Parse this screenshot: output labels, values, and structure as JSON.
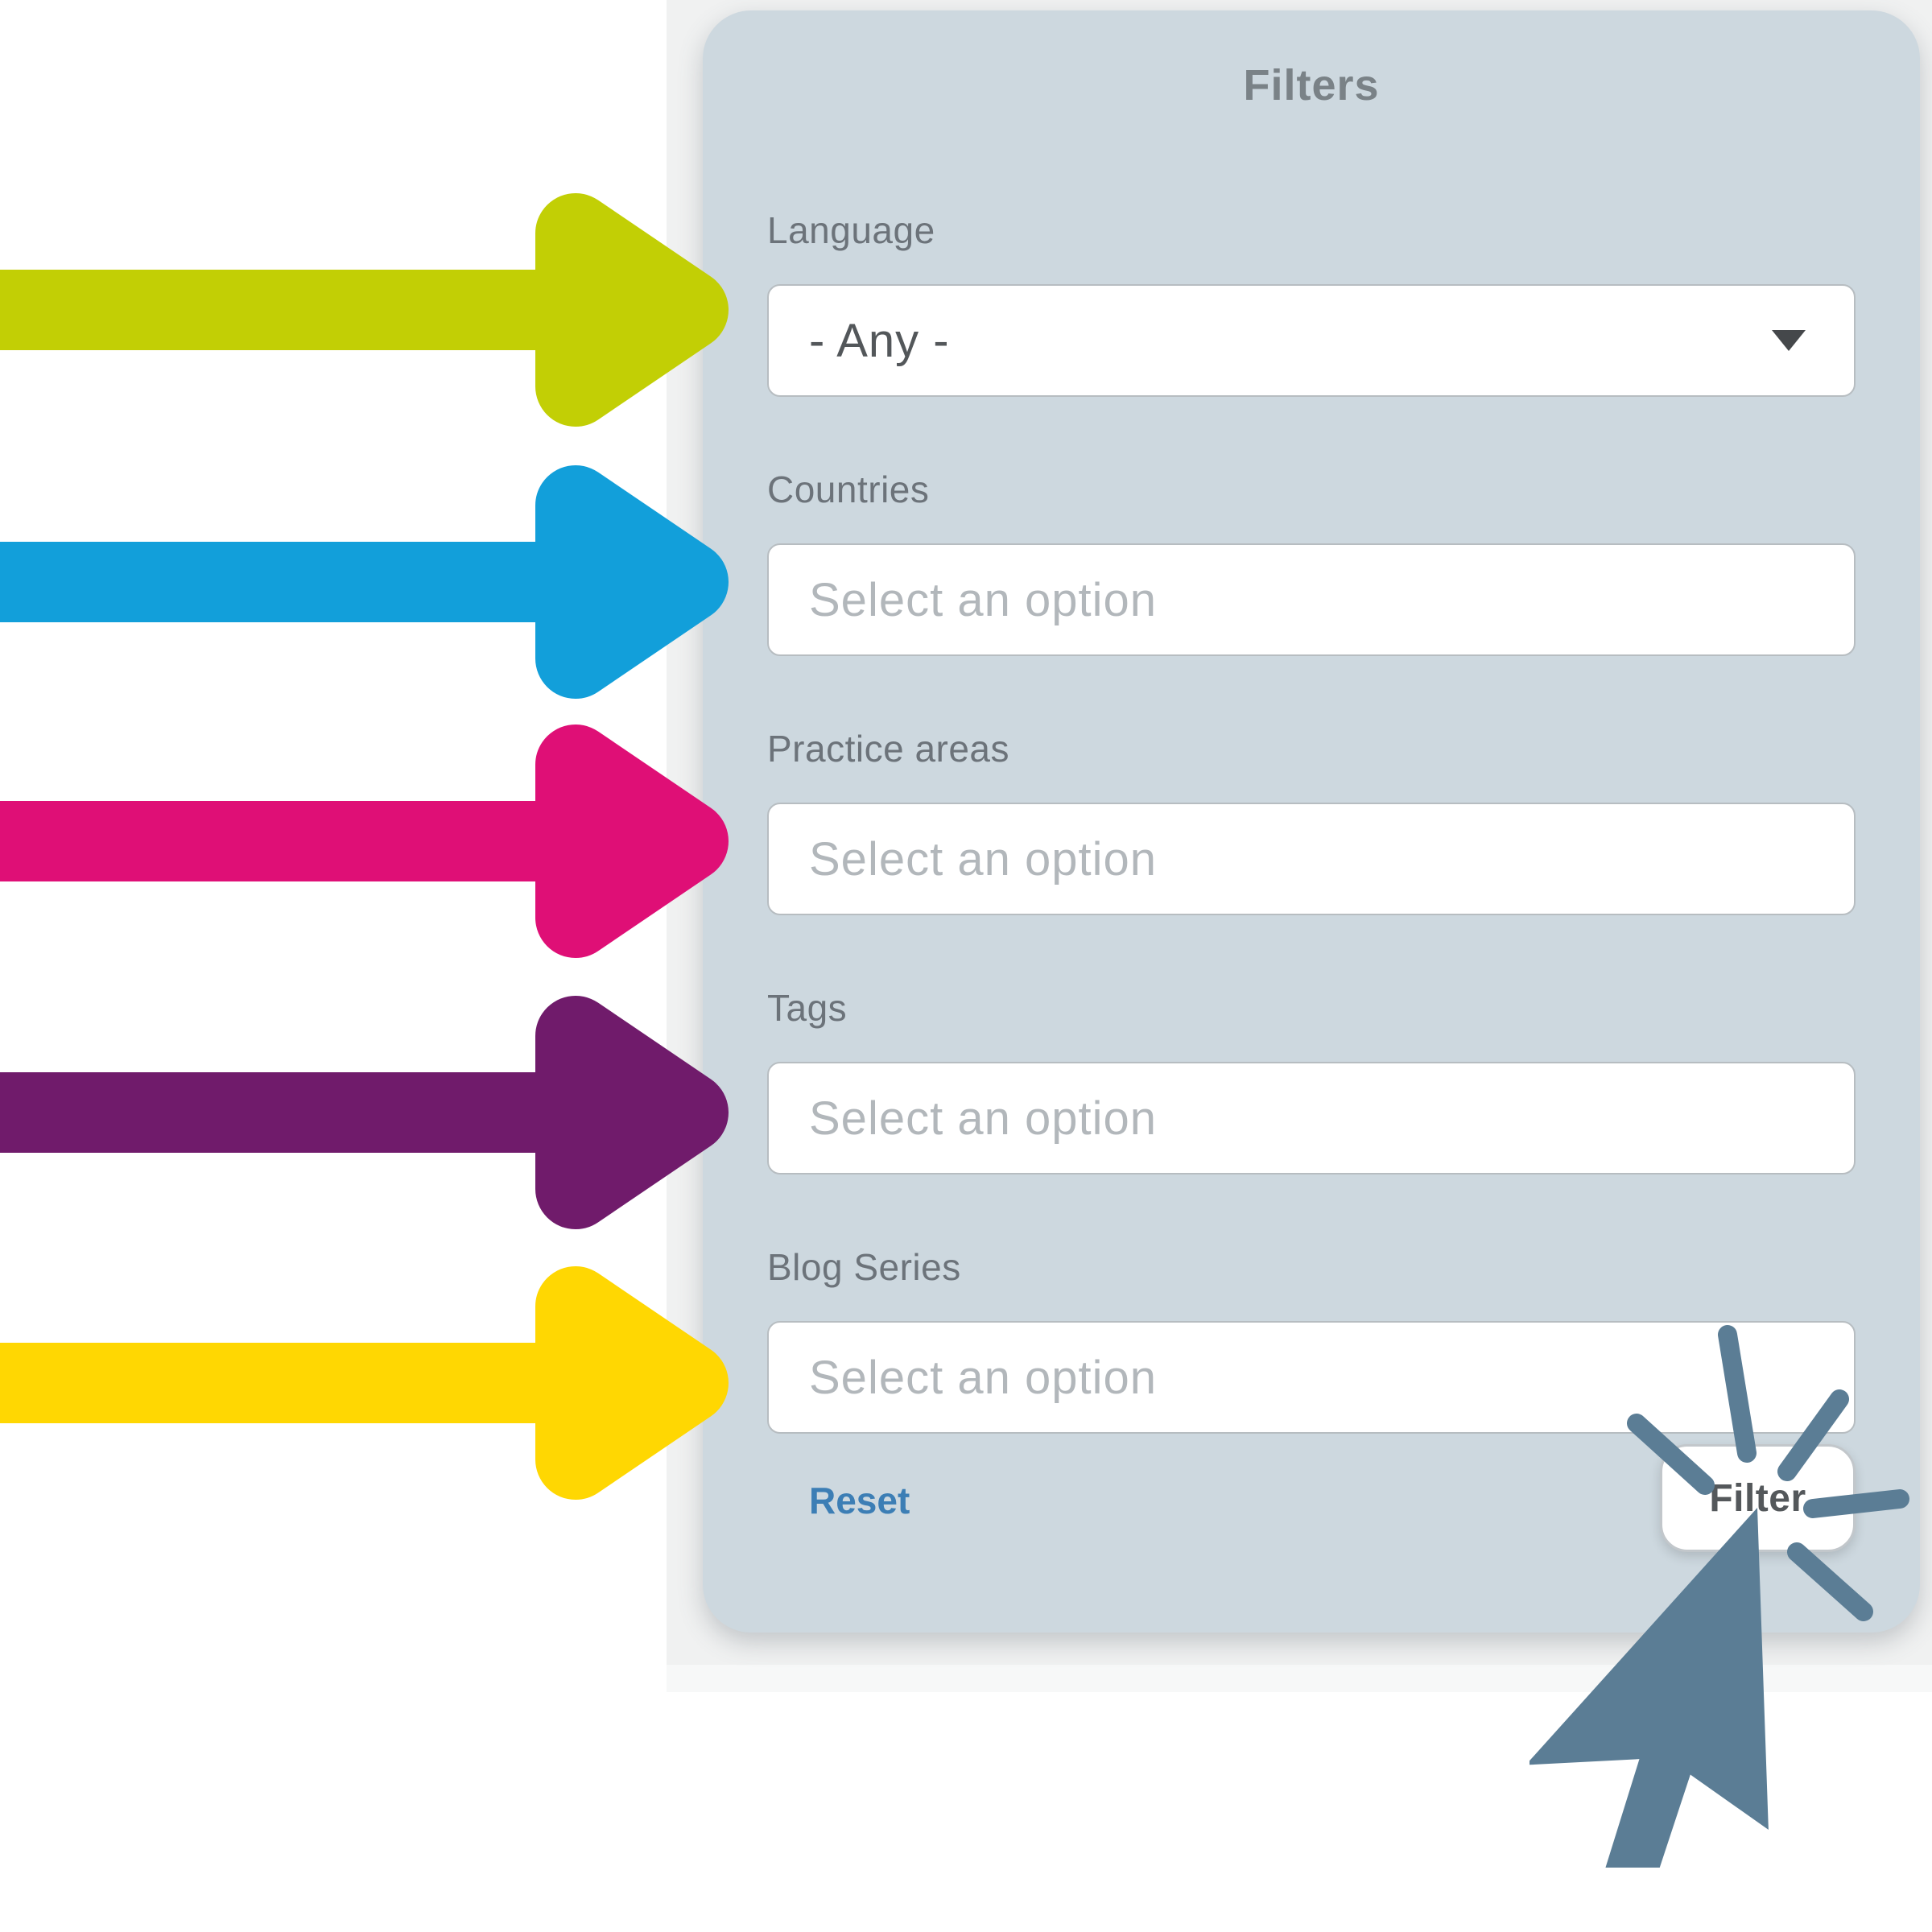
{
  "page": {
    "background_color": "#ffffff",
    "strip_color": "#f0f1f1"
  },
  "panel": {
    "title": "Filters",
    "background_color": "#cdd8df",
    "fields": [
      {
        "label": "Language",
        "type": "dropdown",
        "value": "- Any -"
      },
      {
        "label": "Countries",
        "type": "select",
        "placeholder": "Select an option"
      },
      {
        "label": "Practice areas",
        "type": "select",
        "placeholder": "Select an option"
      },
      {
        "label": "Tags",
        "type": "select",
        "placeholder": "Select an option"
      },
      {
        "label": "Blog Series",
        "type": "select",
        "placeholder": "Select an option"
      }
    ],
    "reset_label": "Reset",
    "reset_color": "#3c7eb5",
    "filter_label": "Filter",
    "caret_icon": "dropdown-caret-icon",
    "caret_color": "#45484b"
  },
  "arrows": [
    {
      "name": "arrow-language",
      "color": "#c2cf05"
    },
    {
      "name": "arrow-countries",
      "color": "#129fda"
    },
    {
      "name": "arrow-practice-areas",
      "color": "#df0f76"
    },
    {
      "name": "arrow-tags",
      "color": "#701b6b"
    },
    {
      "name": "arrow-blog-series",
      "color": "#ffd702"
    }
  ],
  "cursor": {
    "name": "cursor-click-icon",
    "color": "#5b7d95"
  }
}
